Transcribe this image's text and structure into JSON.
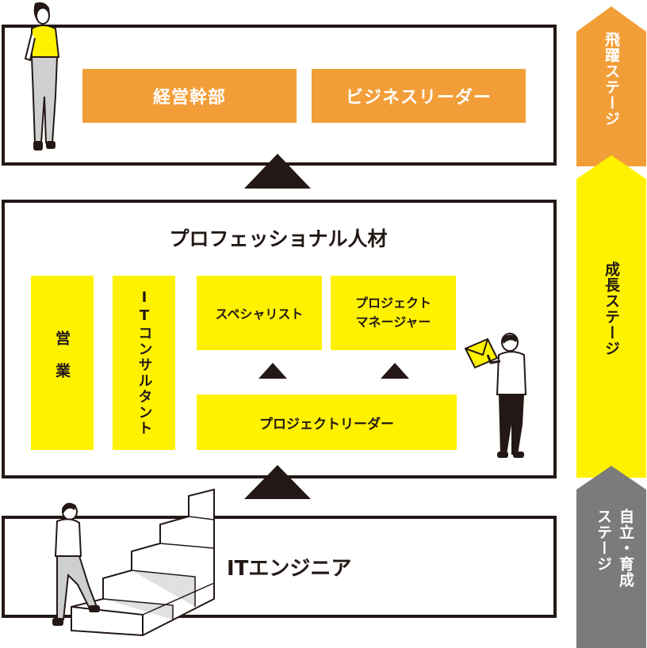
{
  "top_stage": {
    "roles": [
      "経営幹部",
      "ビジネスリーダー"
    ]
  },
  "middle_stage": {
    "title": "プロフェッショナル人材",
    "roles": {
      "sales": "営業",
      "consultant": "ITコンサルタント",
      "specialist": "スペシャリスト",
      "project_manager_line1": "プロジェクト",
      "project_manager_line2": "マネージャー",
      "project_leader": "プロジェクトリーダー"
    }
  },
  "bottom_stage": {
    "title": "ITエンジニア"
  },
  "stage_arrows": [
    {
      "label": "飛躍ステージ",
      "color": "#f29e38"
    },
    {
      "label": "成長ステージ",
      "color": "#fff200"
    },
    {
      "label_line1": "自立・育成",
      "label_line2": "ステージ",
      "color": "#7b7b7b"
    }
  ],
  "colors": {
    "orange": "#f29e38",
    "yellow": "#fff200",
    "gray": "#7b7b7b",
    "dark": "#231815"
  },
  "icons": [
    "woman-standing-icon",
    "man-holding-envelope-icon",
    "man-climbing-stairs-icon",
    "up-triangle-icon"
  ]
}
